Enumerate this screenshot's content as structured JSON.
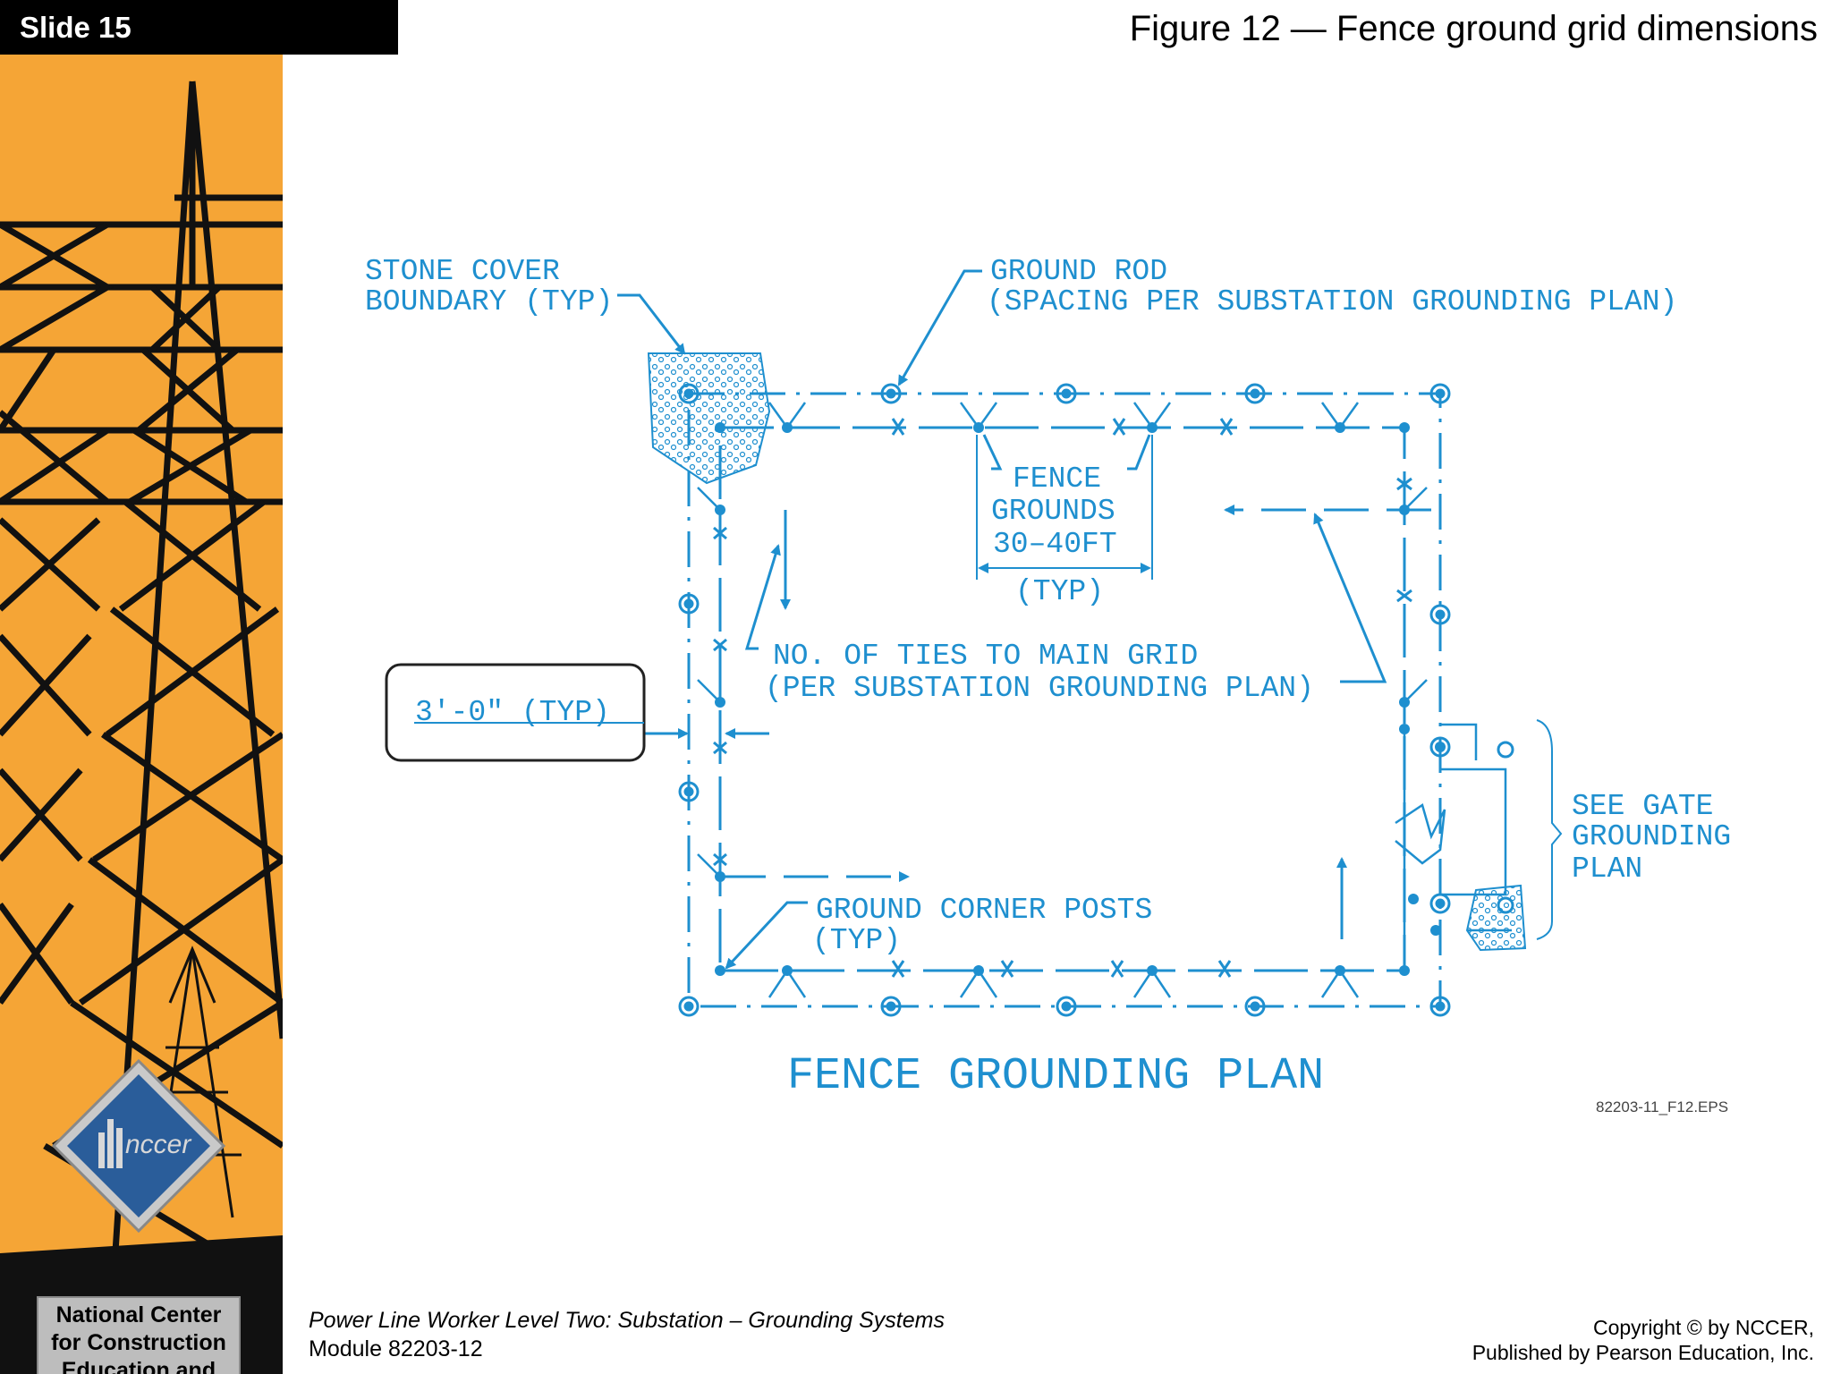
{
  "slide": {
    "label": "Slide 15"
  },
  "figure": {
    "title": "Figure 12 — Fence ground grid dimensions"
  },
  "sidebar": {
    "logo_text": "nccer",
    "org_name": "National Center for Construction Education and Research"
  },
  "drawing": {
    "labels": {
      "stone_cover_1": "STONE COVER",
      "stone_cover_2": "BOUNDARY (TYP)",
      "ground_rod_1": "GROUND ROD",
      "ground_rod_2": "(SPACING PER SUBSTATION GROUNDING PLAN)",
      "fence_grounds_1": "FENCE",
      "fence_grounds_2": "GROUNDS",
      "fence_grounds_3": "30–40FT",
      "fence_grounds_4": "(TYP)",
      "ties_1": "NO. OF TIES TO MAIN GRID",
      "ties_2": "(PER SUBSTATION GROUNDING PLAN)",
      "dimension": "3'-0\" (TYP)",
      "gate_1": "SEE GATE",
      "gate_2": "GROUNDING",
      "gate_3": "PLAN",
      "corner_1": "GROUND CORNER POSTS",
      "corner_2": "(TYP)",
      "plan_title": "FENCE GROUNDING PLAN",
      "file_ref": "82203-11_F12.EPS"
    },
    "color": "#1e8fcf"
  },
  "footer": {
    "course": "Power Line Worker Level Two: Substation – Grounding Systems",
    "module": "Module 82203-12",
    "copyright": "Copyright © by NCCER,",
    "publisher": "Published by Pearson Education, Inc."
  }
}
